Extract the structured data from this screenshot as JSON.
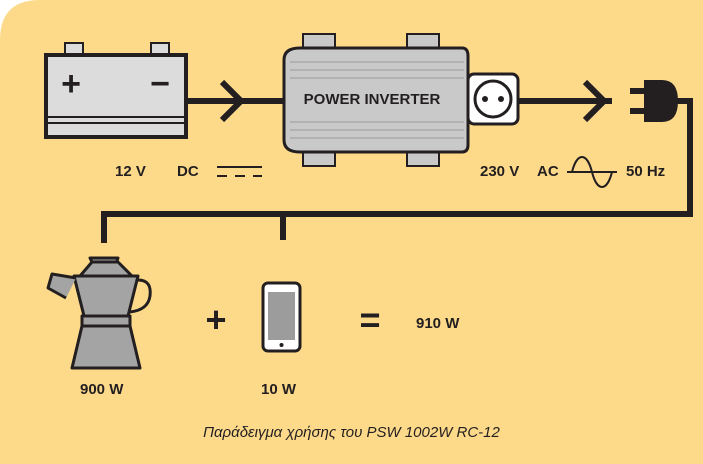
{
  "colors": {
    "background": "#fdd98a",
    "stroke": "#231f20",
    "battery_fill": "#dcdcdc",
    "inverter_fill": "#c9c9c9",
    "kettle_fill": "#a4a4a4",
    "phone_screen": "#9c9c9c"
  },
  "battery": {
    "plus": "+",
    "minus": "−"
  },
  "inverter": {
    "title": "POWER INVERTER"
  },
  "input": {
    "voltage": "12 V",
    "type": "DC"
  },
  "output": {
    "voltage": "230 V",
    "type": "AC",
    "frequency": "50 Hz"
  },
  "devices": [
    {
      "name": "coffee-maker",
      "power": "900 W"
    },
    {
      "name": "smartphone",
      "power": "10 W"
    }
  ],
  "equation": {
    "plus": "+",
    "equals": "=",
    "total": "910 W"
  },
  "caption": "Παράδειγμα χρήσης του PSW 1002W RC-12"
}
